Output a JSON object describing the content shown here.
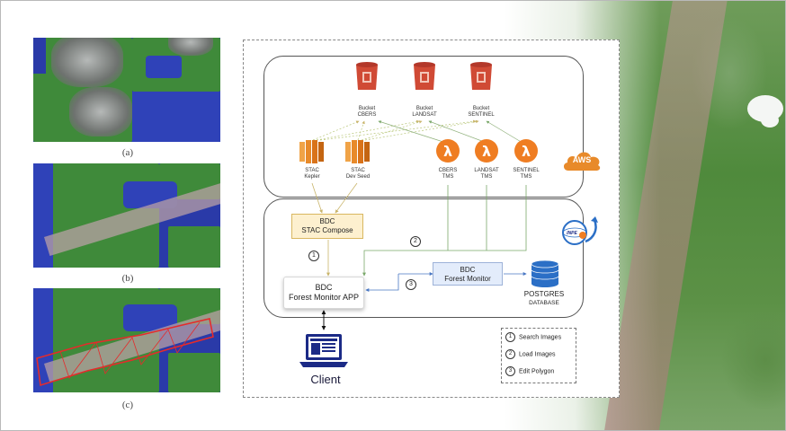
{
  "captions": [
    "(a)",
    "(b)",
    "(c)"
  ],
  "diagram": {
    "buckets": [
      {
        "line1": "Bucket",
        "line2": "CBERS"
      },
      {
        "line1": "Bucket",
        "line2": "LANDSAT"
      },
      {
        "line1": "Bucket",
        "line2": "SENTINEL"
      }
    ],
    "stac": [
      {
        "line1": "STAC",
        "line2": "Kepler"
      },
      {
        "line1": "STAC",
        "line2": "Dev Seed"
      }
    ],
    "tms": [
      {
        "line1": "CBERS",
        "line2": "TMS"
      },
      {
        "line1": "LANDSAT",
        "line2": "TMS"
      },
      {
        "line1": "SENTINEL",
        "line2": "TMS"
      }
    ],
    "aws_label": "AWS",
    "inpe_label": "INPE",
    "compose": {
      "line1": "BDC",
      "line2": "STAC Compose"
    },
    "forest_monitor": {
      "line1": "BDC",
      "line2": "Forest Monitor"
    },
    "app": {
      "line1": "BDC",
      "line2": "Forest Monitor APP"
    },
    "postgres": {
      "line1": "POSTGRES",
      "line2": "DATABASE"
    },
    "client": "Client",
    "step_numbers": [
      "1",
      "2",
      "3"
    ]
  },
  "legend": [
    {
      "num": "1",
      "label": "Search Images"
    },
    {
      "num": "2",
      "label": "Load Images"
    },
    {
      "num": "3",
      "label": "Edit Polygon"
    }
  ],
  "colors": {
    "aws_orange": "#e88a2a",
    "bucket_red": "#d04a35",
    "lambda_orange": "#ef7d22",
    "compose_fill": "#fdf0cf",
    "monitor_fill": "#e3ecfb",
    "database_blue": "#2b6fc6",
    "client_navy": "#1b2a86",
    "arrow_green": "#7aa86a",
    "polygon_red": "#e52b2b"
  }
}
